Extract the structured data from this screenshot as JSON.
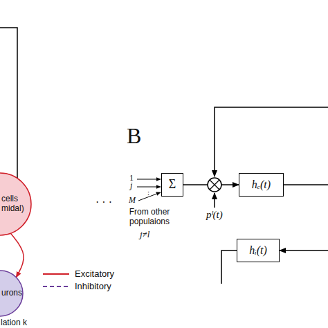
{
  "diagram": {
    "nodes": [
      {
        "text": [
          "cells midal)"
        ]
      },
      {
        "text": [
          "urons",
          "lation k"
        ]
      },
      {
        "text": [
          "Σ"
        ]
      },
      {
        "text": [
          "hₑ(t)"
        ]
      },
      {
        "text": [
          "hᵢ(t)"
        ]
      }
    ],
    "edges": [
      {
        "from": 0,
        "to": 1,
        "arrow": "to"
      },
      {
        "from": 2,
        "to": 3,
        "arrow": "to"
      }
    ],
    "labels": [
      "B",
      "· · ·",
      "1",
      "j",
      ":",
      "M",
      "From other populaions",
      "j≠l",
      "pˡ(t)"
    ],
    "legend": [
      {
        "text": "Excitatory"
      },
      {
        "text": "Inhibitory"
      }
    ]
  }
}
